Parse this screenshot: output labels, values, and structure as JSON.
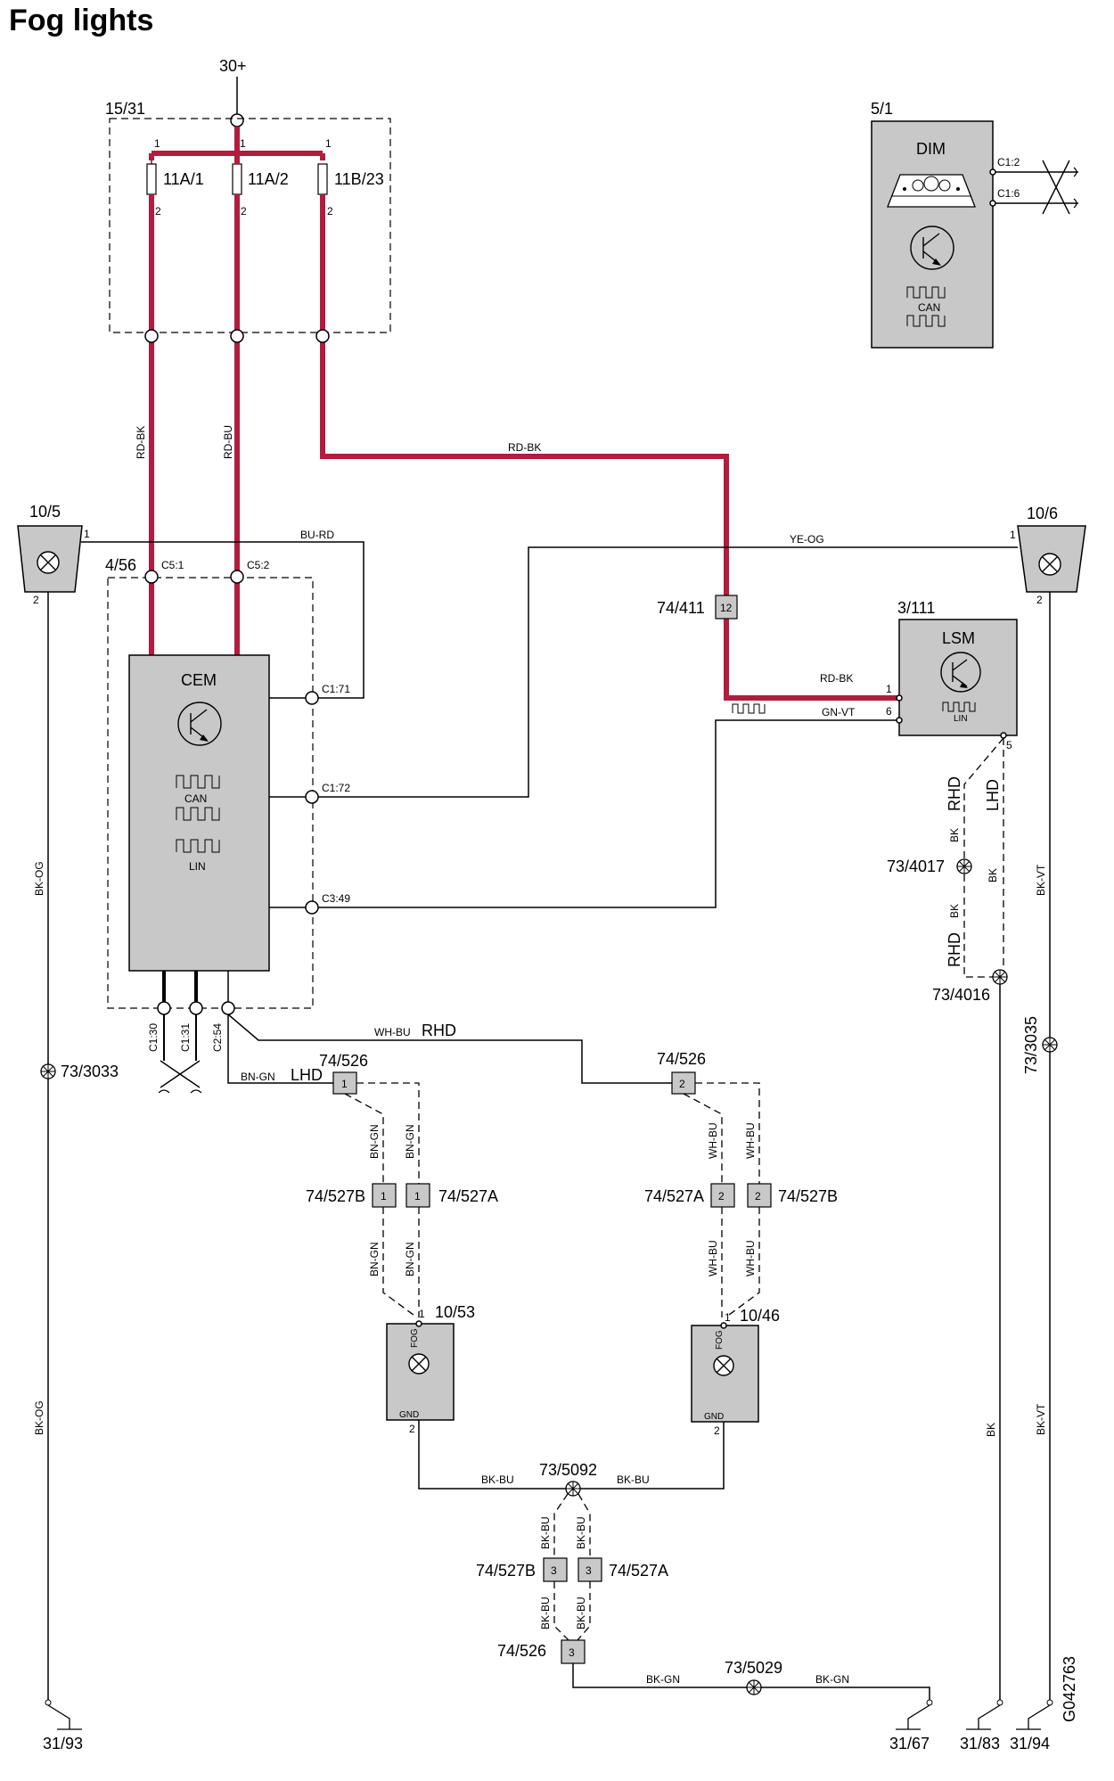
{
  "title": "Fog lights",
  "supply": {
    "label": "30+"
  },
  "fusebox": {
    "id": "15/31",
    "fuses": [
      {
        "name": "11A/1",
        "pin_in": "1",
        "pin_out": "2"
      },
      {
        "name": "11A/2",
        "pin_in": "1",
        "pin_out": "2"
      },
      {
        "name": "11B/23",
        "pin_in": "1",
        "pin_out": "2"
      }
    ]
  },
  "dim": {
    "id": "5/1",
    "name": "DIM",
    "pins": [
      "C1:2",
      "C1:6"
    ],
    "bus_label": "CAN"
  },
  "cem": {
    "id": "4/56",
    "name": "CEM",
    "can_label": "CAN",
    "lin_label": "LIN",
    "top_pins": [
      "C5:1",
      "C5:2"
    ],
    "side_pins": [
      "C1:71",
      "C1:72",
      "C3:49"
    ],
    "bottom_pins": [
      "C1:30",
      "C1:31",
      "C2:54"
    ]
  },
  "lsm": {
    "id": "3/111",
    "name": "LSM",
    "lin_label": "LIN",
    "pins": [
      "1",
      "6",
      "5"
    ]
  },
  "lamp_left": {
    "id": "10/5",
    "pins": [
      "1",
      "2"
    ]
  },
  "lamp_right": {
    "id": "10/6",
    "pins": [
      "1",
      "2"
    ]
  },
  "fog_front_left": {
    "id": "10/53",
    "type_label": "FOG",
    "gnd_label": "GND",
    "pins": [
      "1",
      "2"
    ]
  },
  "fog_front_right": {
    "id": "10/46",
    "type_label": "FOG",
    "gnd_label": "GND",
    "pins": [
      "1",
      "2"
    ]
  },
  "connectors": {
    "c74_411": {
      "id": "74/411",
      "pin": "12"
    },
    "c526_1": {
      "id": "74/526",
      "pin": "1"
    },
    "c526_2": {
      "id": "74/526",
      "pin": "2"
    },
    "c526_3": {
      "id": "74/526",
      "pin": "3"
    },
    "c527b_1": {
      "id": "74/527B",
      "pin": "1"
    },
    "c527a_1": {
      "id": "74/527A",
      "pin": "1"
    },
    "c527a_2": {
      "id": "74/527A",
      "pin": "2"
    },
    "c527b_2": {
      "id": "74/527B",
      "pin": "2"
    },
    "c527b_3": {
      "id": "74/527B",
      "pin": "3"
    },
    "c527a_3": {
      "id": "74/527A",
      "pin": "3"
    }
  },
  "splices": [
    "73/3033",
    "73/4017",
    "73/4016",
    "73/3035",
    "73/5092",
    "73/5029"
  ],
  "grounds": [
    "31/93",
    "31/67",
    "31/83",
    "31/94"
  ],
  "wires": {
    "rd_bk": "RD-BK",
    "rd_bu": "RD-BU",
    "bu_rd": "BU-RD",
    "ye_og": "YE-OG",
    "gn_vt": "GN-VT",
    "bk_og": "BK-OG",
    "bk_vt": "BK-VT",
    "wh_bu": "WH-BU",
    "bn_gn": "BN-GN",
    "bk_bu": "BK-BU",
    "bk_gn": "BK-GN",
    "bk": "BK"
  },
  "variants": {
    "rhd": "RHD",
    "lhd": "LHD"
  },
  "doc_id": "G042763"
}
